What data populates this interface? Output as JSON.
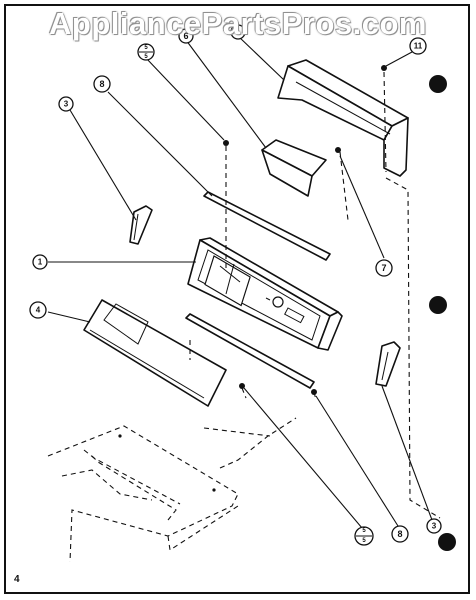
{
  "watermark": "AppliancePartsPros.com",
  "page_number": "4",
  "callouts": [
    {
      "label": "5",
      "name": "callout-5-top",
      "strike": true
    },
    {
      "label": "6",
      "name": "callout-6"
    },
    {
      "label": "?",
      "name": "callout-top-right-frame"
    },
    {
      "label": "11",
      "name": "callout-11"
    },
    {
      "label": "8",
      "name": "callout-8-top"
    },
    {
      "label": "3",
      "name": "callout-3-left"
    },
    {
      "label": "1",
      "name": "callout-1"
    },
    {
      "label": "7",
      "name": "callout-7"
    },
    {
      "label": "4",
      "name": "callout-4"
    },
    {
      "label": "5",
      "name": "callout-5-bottom",
      "strike": true
    },
    {
      "label": "8",
      "name": "callout-8-bottom"
    },
    {
      "label": "3",
      "name": "callout-3-right"
    }
  ]
}
